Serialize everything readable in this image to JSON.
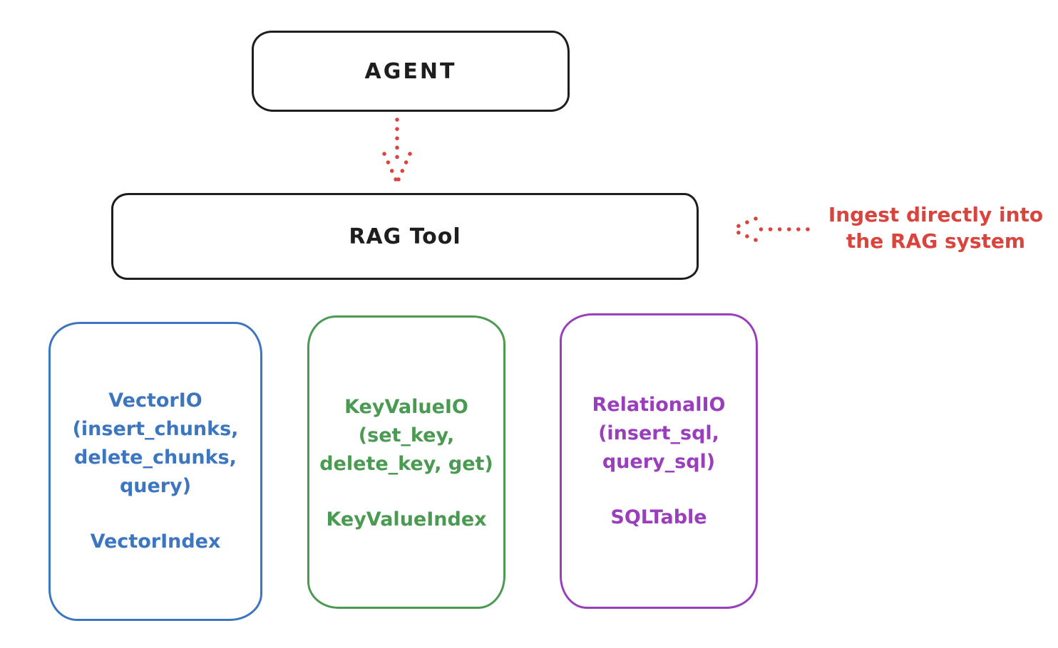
{
  "diagram": {
    "agent_box": {
      "label": "AGENT"
    },
    "rag_box": {
      "label": "RAG Tool"
    },
    "annotation": {
      "line1": "Ingest directly into",
      "line2": "the RAG system"
    },
    "backends": [
      {
        "name": "vector-io",
        "color": "#3c76c0",
        "lines": [
          "VectorIO",
          "(insert_chunks,",
          "delete_chunks,",
          "query)"
        ],
        "index_label": "VectorIndex"
      },
      {
        "name": "keyvalue-io",
        "color": "#4a9a52",
        "lines": [
          "KeyValueIO",
          "(set_key,",
          "delete_key, get)"
        ],
        "index_label": "KeyValueIndex"
      },
      {
        "name": "relational-io",
        "color": "#9a3fbc",
        "lines": [
          "RelationalIO",
          "(insert_sql,",
          "query_sql)"
        ],
        "index_label": "SQLTable"
      }
    ],
    "palette": {
      "ink": "#1e1e1e",
      "red": "#d9443c",
      "blue": "#3c76c0",
      "green": "#4a9a52",
      "purple": "#9a3fbc",
      "background": "#ffffff"
    },
    "icons": {
      "agent_to_rag_arrow": "dotted-down-arrow",
      "ingest_arrow": "dotted-left-arrow"
    }
  }
}
